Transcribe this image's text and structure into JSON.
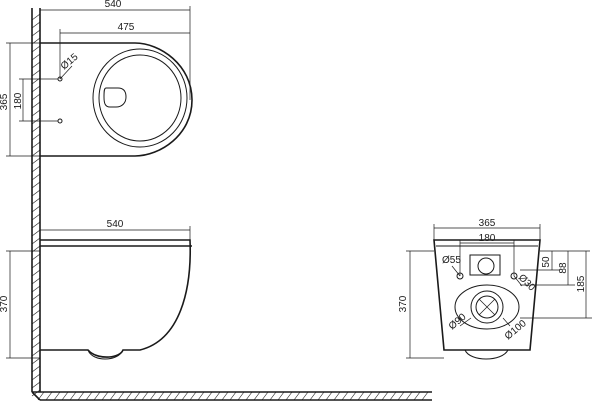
{
  "top_view": {
    "dim_overall_width": "540",
    "dim_pan_length": "475",
    "dim_overall_depth": "365",
    "dim_hole_spacing": "180",
    "dim_hole_diameter": "Ø15"
  },
  "side_view": {
    "dim_length": "540",
    "dim_height": "370"
  },
  "rear_view": {
    "dim_width": "365",
    "dim_hole_spacing": "180",
    "dim_height": "370",
    "dim_50": "50",
    "dim_88": "88",
    "dim_185": "185",
    "dia_55": "Ø55",
    "dia_30": "Ø30",
    "dia_90": "Ø90",
    "dia_100": "Ø100"
  }
}
